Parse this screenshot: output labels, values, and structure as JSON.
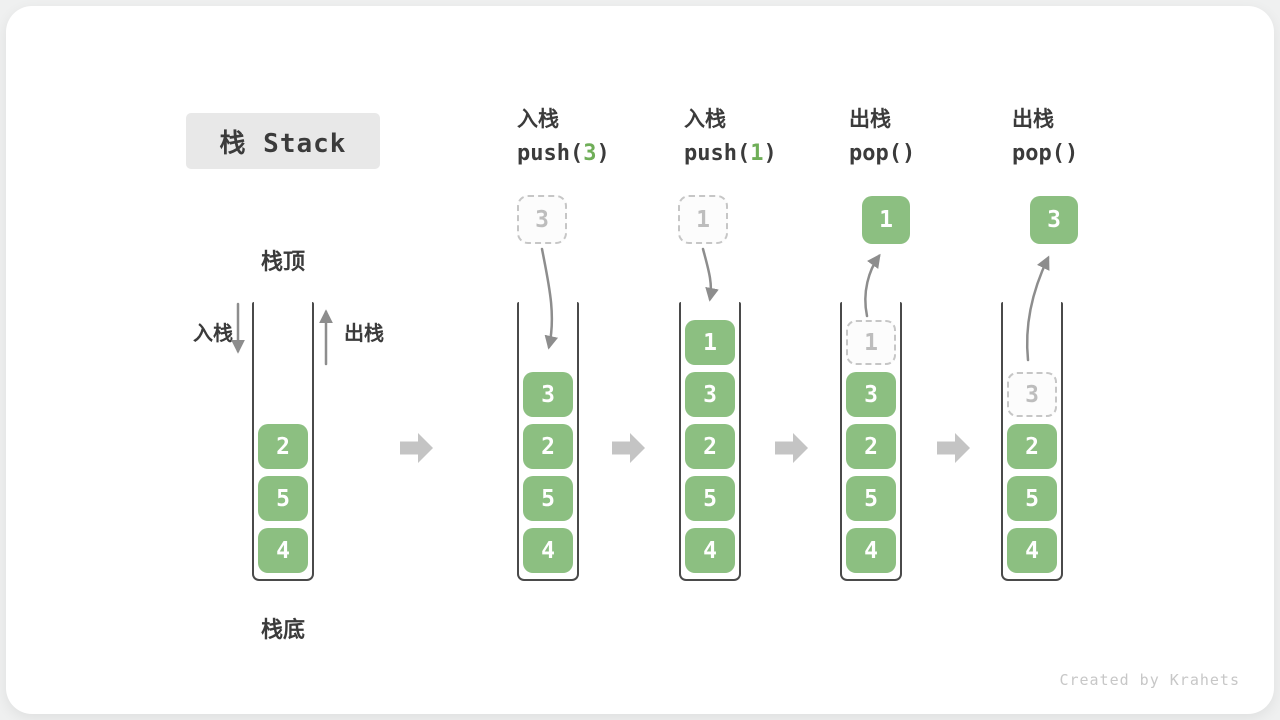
{
  "title": {
    "label": "栈 Stack"
  },
  "legend": {
    "top": "栈顶",
    "bottom": "栈底",
    "push": "入栈",
    "pop": "出栈"
  },
  "operations": [
    {
      "cn": "入栈",
      "pre": "push(",
      "arg": "3",
      "post": ")"
    },
    {
      "cn": "入栈",
      "pre": "push(",
      "arg": "1",
      "post": ")"
    },
    {
      "cn": "出栈",
      "pre": "pop(",
      "arg": "",
      "post": ")"
    },
    {
      "cn": "出栈",
      "pre": "pop(",
      "arg": "",
      "post": ")"
    }
  ],
  "stages": [
    {
      "cells": [
        "2",
        "5",
        "4"
      ]
    },
    {
      "incoming": "3",
      "cells": [
        "3",
        "2",
        "5",
        "4"
      ]
    },
    {
      "incoming": "1",
      "cells": [
        "1",
        "3",
        "2",
        "5",
        "4"
      ]
    },
    {
      "outgoing": "1",
      "ghost": "1",
      "cells": [
        "3",
        "2",
        "5",
        "4"
      ]
    },
    {
      "outgoing": "3",
      "ghost": "3",
      "cells": [
        "2",
        "5",
        "4"
      ]
    }
  ],
  "watermark": "Created by Krahets",
  "colors": {
    "element-green": "#8cbf81",
    "arg-green": "#6fae58",
    "text-dark": "#3b3b3b",
    "ghost-border": "#c6c6c6",
    "ghost-text": "#bdbdbd",
    "arrow-gray": "#8d8d8d",
    "block-arrow-gray": "#c4c4c4",
    "title-box-bg": "#e8e8e8",
    "watermark-gray": "#c7c7c7",
    "wall-dark": "#4a4a4a",
    "card-bg": "#ffffff",
    "page-bg": "#eff0f0"
  }
}
